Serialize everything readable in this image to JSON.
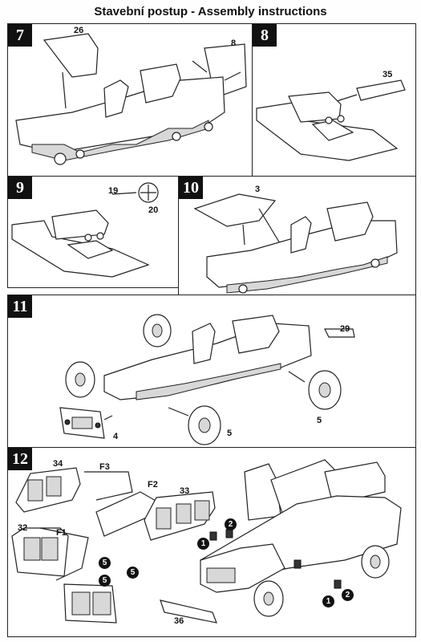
{
  "header": {
    "title": "Stavební postup - Assembly instructions"
  },
  "steps": [
    {
      "number": "7",
      "labels": [
        "26",
        "8"
      ]
    },
    {
      "number": "8",
      "labels": [
        "35"
      ]
    },
    {
      "number": "9",
      "labels": [
        "19",
        "20"
      ]
    },
    {
      "number": "10",
      "labels": [
        "3"
      ]
    },
    {
      "number": "11",
      "labels": [
        "29",
        "4",
        "5",
        "5"
      ]
    },
    {
      "number": "12",
      "labels": [
        "34",
        "F3",
        "F2",
        "33",
        "32",
        "F1",
        "36"
      ]
    }
  ],
  "markers": {
    "one": "1",
    "two": "2",
    "five": "5"
  }
}
